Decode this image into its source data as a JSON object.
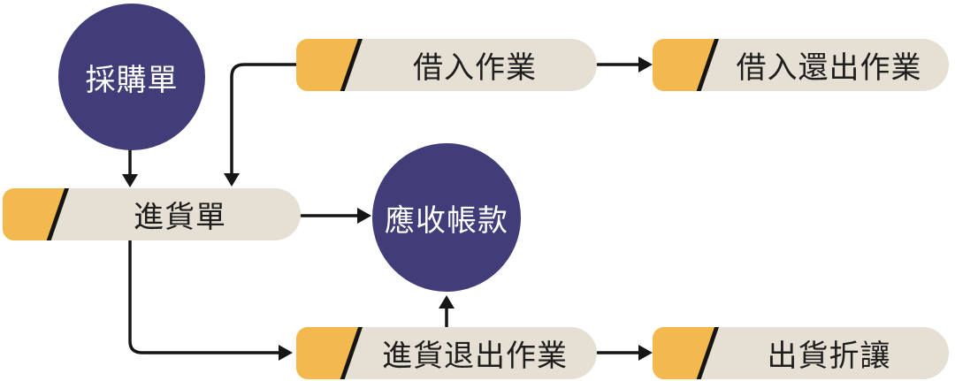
{
  "diagram": {
    "type": "flowchart",
    "colors": {
      "background": "#FFFFFF",
      "circle_fill": "#413D78",
      "circle_text": "#FFFFFF",
      "pill_body": "#E6DFD3",
      "pill_accent": "#F4B94E",
      "pill_divider": "#151515",
      "pill_text": "#1E1E1E",
      "arrow": "#161616"
    },
    "nodes": [
      {
        "id": "purchase-order",
        "type": "circle",
        "label": "採購單"
      },
      {
        "id": "borrow-in",
        "type": "pill",
        "label": "借入作業"
      },
      {
        "id": "borrow-return",
        "type": "pill",
        "label": "借入還出作業"
      },
      {
        "id": "goods-receipt",
        "type": "pill",
        "label": "進貨單"
      },
      {
        "id": "accounts-receivable",
        "type": "circle",
        "label": "應收帳款"
      },
      {
        "id": "purchase-return",
        "type": "pill",
        "label": "進貨退出作業"
      },
      {
        "id": "shipping-allowance",
        "type": "pill",
        "label": "出貨折讓"
      }
    ],
    "edges": [
      {
        "from": "purchase-order",
        "to": "goods-receipt"
      },
      {
        "from": "borrow-in",
        "to": "goods-receipt"
      },
      {
        "from": "borrow-in",
        "to": "borrow-return"
      },
      {
        "from": "goods-receipt",
        "to": "accounts-receivable"
      },
      {
        "from": "goods-receipt",
        "to": "purchase-return"
      },
      {
        "from": "purchase-return",
        "to": "accounts-receivable"
      },
      {
        "from": "purchase-return",
        "to": "shipping-allowance"
      }
    ]
  }
}
